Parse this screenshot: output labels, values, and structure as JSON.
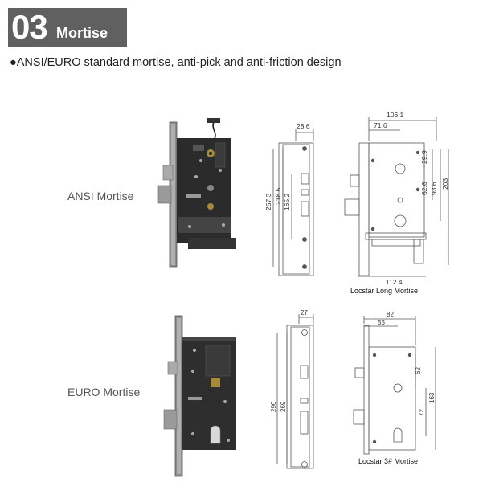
{
  "header": {
    "number": "03",
    "title": "Mortise"
  },
  "intro": {
    "bullet": "●",
    "text": "ANSI/EURO standard mortise, anti-pick and anti-friction design"
  },
  "ansi": {
    "label": "ANSI Mortise",
    "front_dims": {
      "width": "28.6",
      "d1": "257.3",
      "d2": "218.5",
      "d3": "165.2"
    },
    "side_dims": {
      "top1": "106.1",
      "top2": "71.6",
      "v1": "29.9",
      "v2": "62.6",
      "v3": "93.6",
      "v4": "203",
      "bottom": "112.4"
    },
    "caption": "Locstar Long Mortise"
  },
  "euro": {
    "label": "EURO Mortise",
    "front_dims": {
      "width": "27",
      "d1": "290",
      "d2": "269"
    },
    "side_dims": {
      "top1": "82",
      "top2": "55",
      "v1": "62",
      "v2": "72",
      "v3": "163"
    },
    "caption": "Locstar 3# Mortise"
  }
}
